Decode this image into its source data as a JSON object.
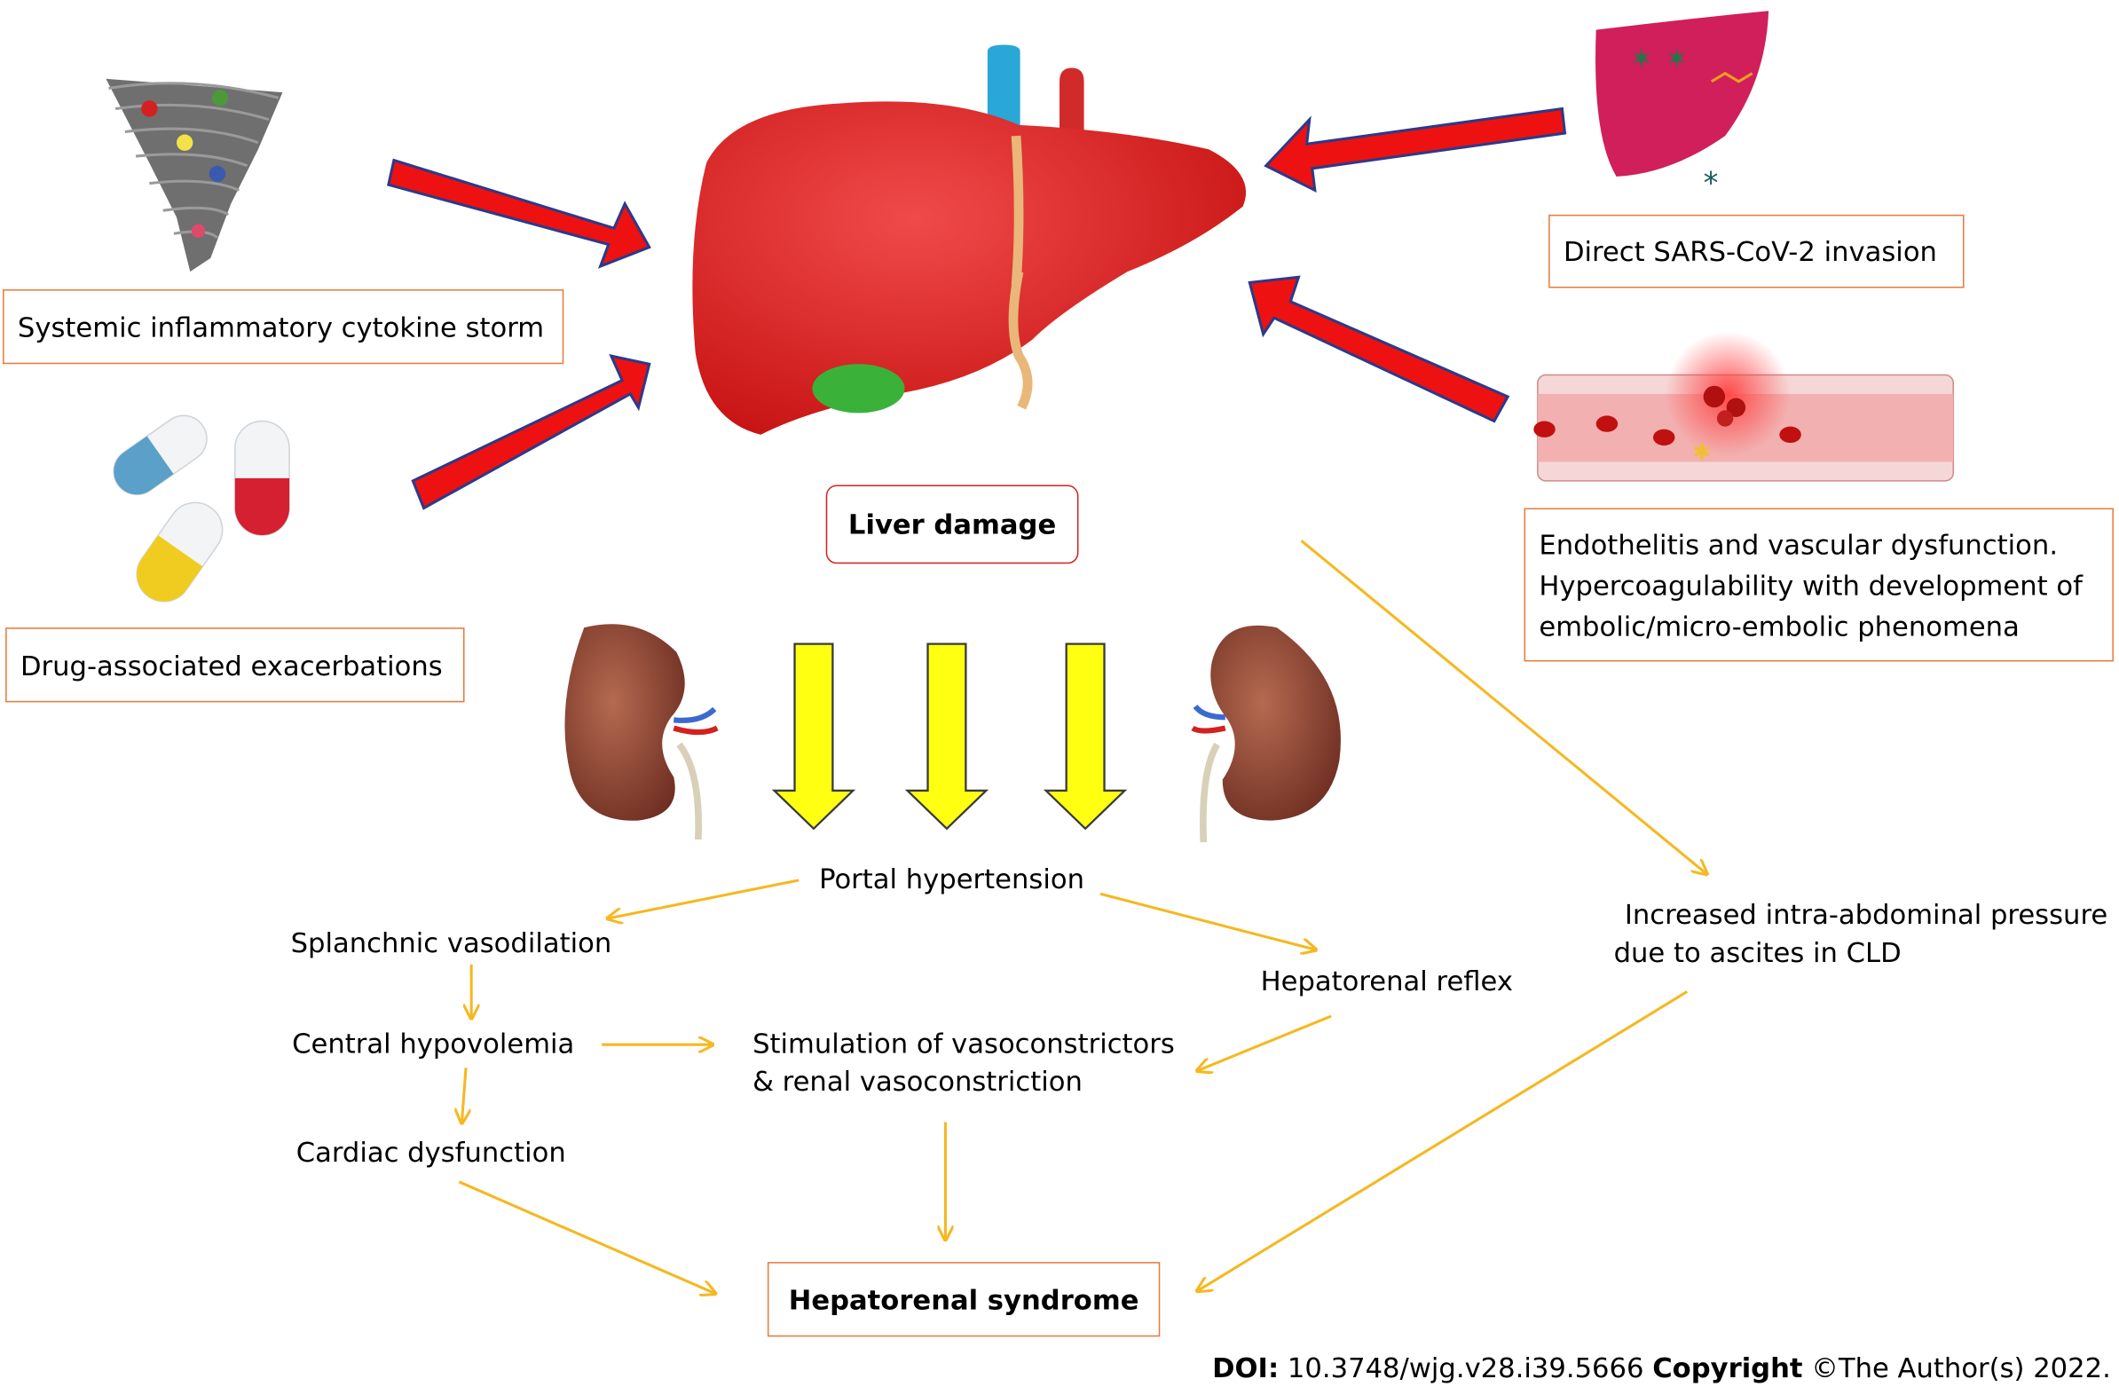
{
  "boxes": {
    "cytokine_storm": "Systemic inflammatory cytokine storm",
    "drug_exacerbations": "Drug-associated exacerbations",
    "sars_invasion": "Direct SARS-CoV-2 invasion",
    "endothelitis_line1": "Endothelitis and vascular dysfunction.",
    "endothelitis_line2": "Hypercoagulability with development of",
    "endothelitis_line3": "embolic/micro-embolic phenomena",
    "liver_damage": "Liver damage",
    "hepatorenal_syndrome": "Hepatorenal syndrome"
  },
  "flow": {
    "portal_hypertension": "Portal hypertension",
    "splanchnic_vasodilation": "Splanchnic vasodilation",
    "central_hypovolemia": "Central hypovolemia",
    "cardiac_dysfunction": "Cardiac dysfunction",
    "vasoconstrictors_line1": "Stimulation of vasoconstrictors",
    "vasoconstrictors_line2": "& renal vasoconstriction",
    "hepatorenal_reflex": "Hepatorenal reflex",
    "abdominal_pressure_line1": "Increased intra-abdominal pressure",
    "abdominal_pressure_line2": "due to ascites in CLD"
  },
  "footer": {
    "doi_label": "DOI:",
    "doi_value": " 10.3748/wjg.v28.i39.5666 ",
    "copyright_label": "Copyright",
    "copyright_value": " ©The Author(s) 2022."
  },
  "colors": {
    "big_arrow": "#ee1111",
    "big_arrow_outline": "#2b3a8a",
    "yellow_arrow": "#ffff11",
    "flow_arrow": "#f5b820",
    "box_border": "#e87b3c",
    "liver_box_border": "#d42020"
  }
}
